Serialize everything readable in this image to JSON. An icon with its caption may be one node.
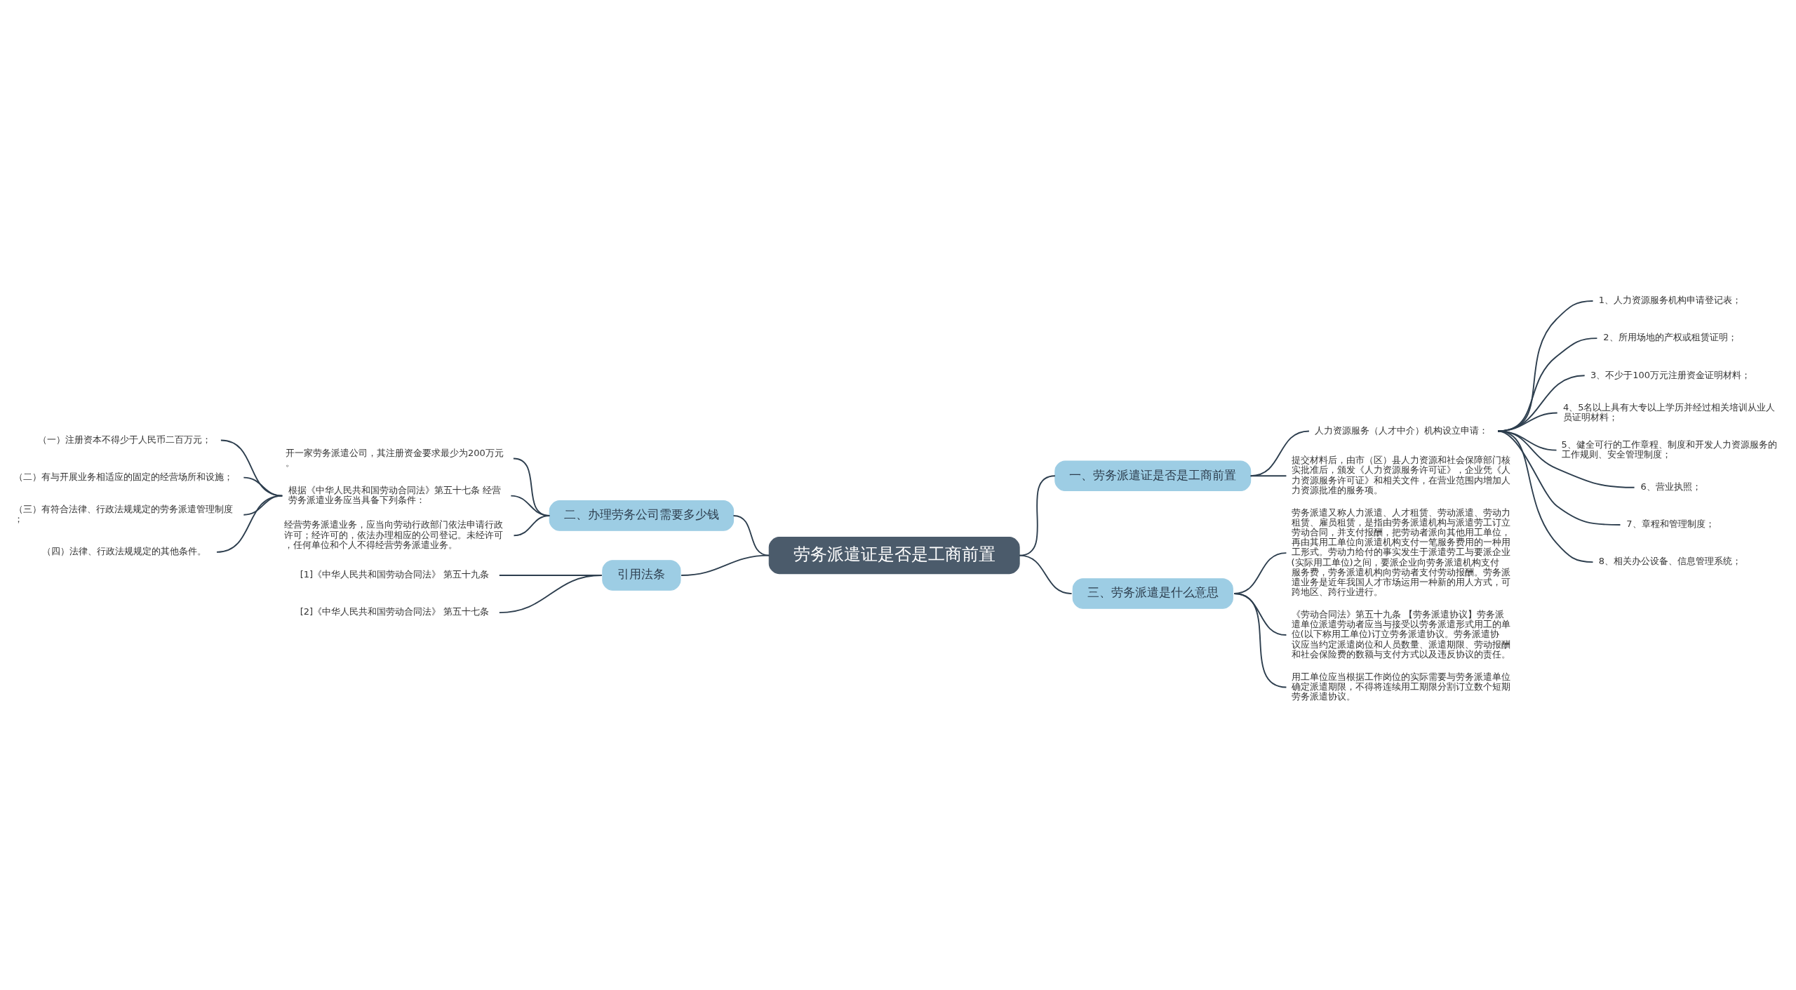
{
  "diagram": {
    "nodes": [
      {
        "text": [
          "劳务派遣证是否是工商前置"
        ]
      },
      {
        "text": [
          "一、劳务派遣证是否是工商前置"
        ]
      },
      {
        "text": [
          "人力资源服务（人才中介）机构设立申请："
        ]
      },
      {
        "text": [
          "1、人力资源服务机构申请登记表；"
        ]
      },
      {
        "text": [
          "2、所用场地的产权或租赁证明；"
        ]
      },
      {
        "text": [
          "3、不少于100万元注册资金证明材料；"
        ]
      },
      {
        "text": [
          "4、5名以上具有大专以上学历并经过相关培训从业人员证明材料；"
        ]
      },
      {
        "text": [
          "5、健全可行的工作章程、制度和开发人力资源服务的工作规则、安全管理制度；"
        ]
      },
      {
        "text": [
          "6、营业执照；"
        ]
      },
      {
        "text": [
          "7、章程和管理制度；"
        ]
      },
      {
        "text": [
          "8、相关办公设备、信息管理系统；"
        ]
      },
      {
        "text": [
          "提交材料后，由市（区）县人力资源和社会保障部门核实批准后，颁发《人力资源服务许可证》，企业凭《人力资源服务许可证》和相关文件，在营业范围内增加人力资源批准的服务项。"
        ]
      },
      {
        "text": [
          "二、办理劳务公司需要多少钱"
        ]
      },
      {
        "text": [
          "开一家劳务派遣公司，其注册资金要求最少为200万元。"
        ]
      },
      {
        "text": [
          "根据《中华人民共和国劳动合同法》第五十七条 经营劳务派遣业务应当具备下列条件："
        ]
      },
      {
        "text": [
          "（一）注册资本不得少于人民币二百万元；"
        ]
      },
      {
        "text": [
          "（二）有与开展业务相适应的固定的经营场所和设施；"
        ]
      },
      {
        "text": [
          "（三）有符合法律、行政法规规定的劳务派遣管理制度；"
        ]
      },
      {
        "text": [
          "（四）法律、行政法规规定的其他条件。"
        ]
      },
      {
        "text": [
          "经营劳务派遣业务，应当向劳动行政部门依法申请行政许可；经许可的，依法办理相应的公司登记。未经许可，任何单位和个人不得经营劳务派遣业务。"
        ]
      },
      {
        "text": [
          "引用法条"
        ]
      },
      {
        "text": [
          "[1]《中华人民共和国劳动合同法》 第五十九条"
        ]
      },
      {
        "text": [
          "[2]《中华人民共和国劳动合同法》 第五十七条"
        ]
      },
      {
        "text": [
          "三、劳务派遣是什么意思"
        ]
      },
      {
        "text": [
          "劳务派遣又称人力派遣、人才租赁、劳动派遣、劳动力租赁、雇员租赁，是指由劳务派遣机构与派遣劳工订立劳动合同，并支付报酬，把劳动者派向其他用工单位，再由其用工单位向派遣机构支付一笔服务费用的一种用工形式。劳动力给付的事实发生于派遣劳工与要派企业(实际用工单位)之间，要派企业向劳务派遣机构支付服务费，劳务派遣机构向劳动者支付劳动报酬。劳务派遣业务是近年我国人才市场运用一种新的用人方式，可跨地区、跨行业进行。"
        ]
      },
      {
        "text": [
          "《劳动合同法》第五十九条 【劳务派遣协议】劳务派遣单位派遣劳动者应当与接受以劳务派遣形式用工的单位(以下称用工单位)订立劳务派遣协议。劳务派遣协议应当约定派遣岗位和人员数量、派遣期限、劳动报酬和社会保险费的数额与支付方式以及违反协议的责任。"
        ]
      },
      {
        "text": [
          "用工单位应当根据工作岗位的实际需要与劳务派遣单位确定派遣期限，不得将连续用工期限分割订立数个短期劳务派遣协议。"
        ]
      }
    ],
    "edges": [
      {
        "from": 0,
        "to": 1,
        "arrow": "none"
      },
      {
        "from": 1,
        "to": 2,
        "arrow": "none"
      },
      {
        "from": 2,
        "to": 3,
        "arrow": "none"
      },
      {
        "from": 2,
        "to": 4,
        "arrow": "none"
      },
      {
        "from": 2,
        "to": 5,
        "arrow": "none"
      },
      {
        "from": 2,
        "to": 6,
        "arrow": "none"
      },
      {
        "from": 2,
        "to": 7,
        "arrow": "none"
      },
      {
        "from": 2,
        "to": 8,
        "arrow": "none"
      },
      {
        "from": 2,
        "to": 9,
        "arrow": "none"
      },
      {
        "from": 2,
        "to": 10,
        "arrow": "none"
      },
      {
        "from": 1,
        "to": 11,
        "arrow": "none"
      },
      {
        "from": 0,
        "to": 12,
        "arrow": "none"
      },
      {
        "from": 12,
        "to": 13,
        "arrow": "none"
      },
      {
        "from": 12,
        "to": 14,
        "arrow": "none"
      },
      {
        "from": 14,
        "to": 15,
        "arrow": "none"
      },
      {
        "from": 14,
        "to": 16,
        "arrow": "none"
      },
      {
        "from": 14,
        "to": 17,
        "arrow": "none"
      },
      {
        "from": 14,
        "to": 18,
        "arrow": "none"
      },
      {
        "from": 12,
        "to": 19,
        "arrow": "none"
      },
      {
        "from": 0,
        "to": 20,
        "arrow": "none"
      },
      {
        "from": 20,
        "to": 21,
        "arrow": "none"
      },
      {
        "from": 20,
        "to": 22,
        "arrow": "none"
      },
      {
        "from": 0,
        "to": 23,
        "arrow": "none"
      },
      {
        "from": 23,
        "to": 24,
        "arrow": "none"
      },
      {
        "from": 23,
        "to": 25,
        "arrow": "none"
      },
      {
        "from": 23,
        "to": 26,
        "arrow": "none"
      }
    ]
  }
}
